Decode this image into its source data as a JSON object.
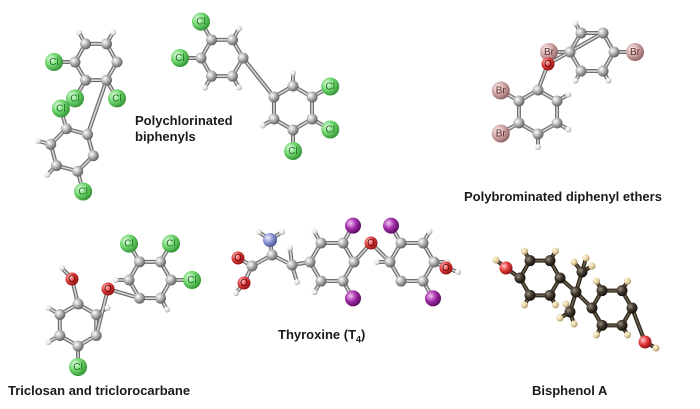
{
  "molecules": {
    "pcb": {
      "caption_line1": "Polychlorinated",
      "caption_line2": "biphenyls"
    },
    "pbde": {
      "caption": "Polybrominated diphenyl ethers"
    },
    "triclosan": {
      "caption": "Triclosan and triclorocarbane"
    },
    "thyroxine": {
      "caption_main": "Thyroxine (T",
      "caption_sub": "4",
      "caption_end": ")"
    },
    "bpa": {
      "caption": "Bisphenol A"
    }
  },
  "atom_symbols": {
    "chlorine": "Cl",
    "bromine": "Br",
    "oxygen": "O"
  },
  "colors": {
    "carbon": "#9a9a9a",
    "chlorine": "#5cc95c",
    "bromine": "#c59a9a",
    "oxygen": "#e03030",
    "iodine": "#9b1fa0",
    "nitrogen": "#7a87c8",
    "hydrogen": "#e8e8e8",
    "bpa_carbon": "#3a3328",
    "bpa_hydrogen": "#e6d3a2",
    "caption": "#1a1a1a"
  }
}
